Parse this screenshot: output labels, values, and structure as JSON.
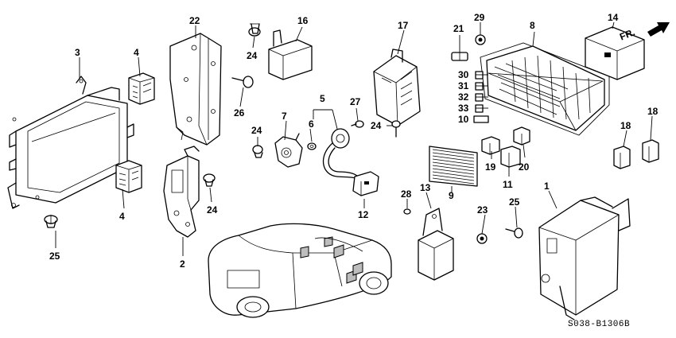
{
  "direction_label": "FR.",
  "diagram_code": "S038-B1306B",
  "callouts": {
    "c1": "1",
    "c2": "2",
    "c3": "3",
    "c4a": "4",
    "c4b": "4",
    "c5": "5",
    "c6": "6",
    "c7": "7",
    "c8": "8",
    "c9": "9",
    "c10": "10",
    "c11": "11",
    "c12": "12",
    "c13": "13",
    "c14": "14",
    "c16": "16",
    "c17": "17",
    "c18a": "18",
    "c18b": "18",
    "c19": "19",
    "c20": "20",
    "c21": "21",
    "c22": "22",
    "c23": "23",
    "c24a": "24",
    "c24b": "24",
    "c24c": "24",
    "c24d": "24",
    "c25a": "25",
    "c25b": "25",
    "c26": "26",
    "c27": "27",
    "c28": "28",
    "c29": "29",
    "c30": "30",
    "c31": "31",
    "c32": "32",
    "c33": "33"
  }
}
